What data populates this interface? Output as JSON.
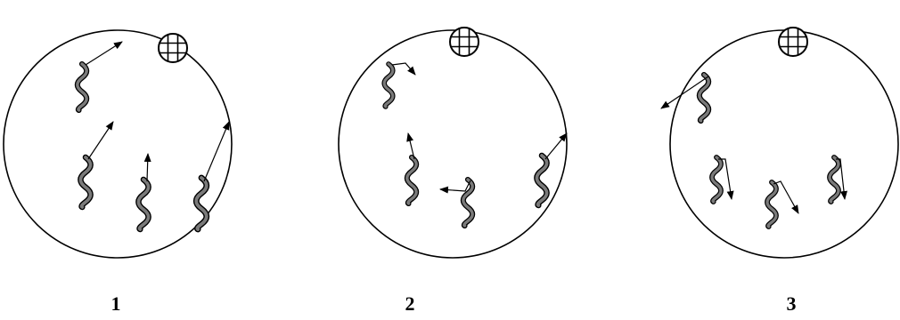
{
  "panels": [
    {
      "label": "1"
    },
    {
      "label": "2"
    },
    {
      "label": "3"
    }
  ],
  "icons": {
    "dish_boundary": "circle",
    "marker": "grid-circle-icon",
    "organism": "worm-icon",
    "motion": "arrow-icon"
  },
  "colors": {
    "stroke": "#000000",
    "worm_fill": "#7a7a7a",
    "background": "#ffffff"
  }
}
